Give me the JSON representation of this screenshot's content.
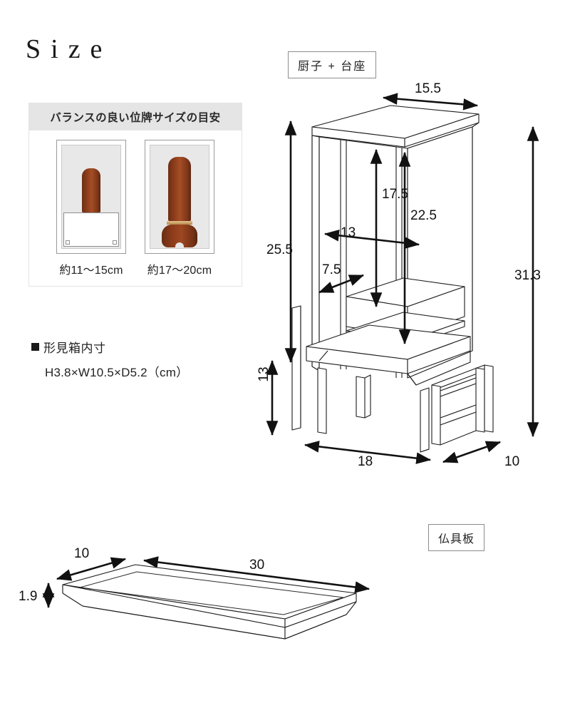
{
  "page": {
    "title": "Size"
  },
  "balance_panel": {
    "header": "バランスの良い位牌サイズの目安",
    "items": [
      {
        "caption": "約11〜15cm",
        "name": "small-tablet"
      },
      {
        "caption": "約17〜20cm",
        "name": "large-tablet"
      }
    ]
  },
  "keepsake": {
    "heading": "形見箱内寸",
    "dimensions": "H3.8×W10.5×D5.2（cm）"
  },
  "tags": {
    "cabinet": "厨子 + 台座",
    "board": "仏具板"
  },
  "cabinet_dimensions": {
    "top_width": "15.5",
    "left_height": "25.5",
    "leg_height": "13",
    "right_total_height": "31.3",
    "inner_height_17_5": "17.5",
    "inner_height_22_5": "22.5",
    "inner_width_13": "13",
    "inner_depth_7_5": "7.5",
    "base_width": "18",
    "base_depth": "10"
  },
  "board_dimensions": {
    "length": "30",
    "depth": "10",
    "thickness": "1.9"
  },
  "colors": {
    "header_band": "#e5e5e5",
    "panel_inner": "#e8e8e8",
    "tablet_wood": "#8e3d1b",
    "tablet_gold": "#caa064",
    "line": "#1c1c1c",
    "text": "#231f20"
  }
}
